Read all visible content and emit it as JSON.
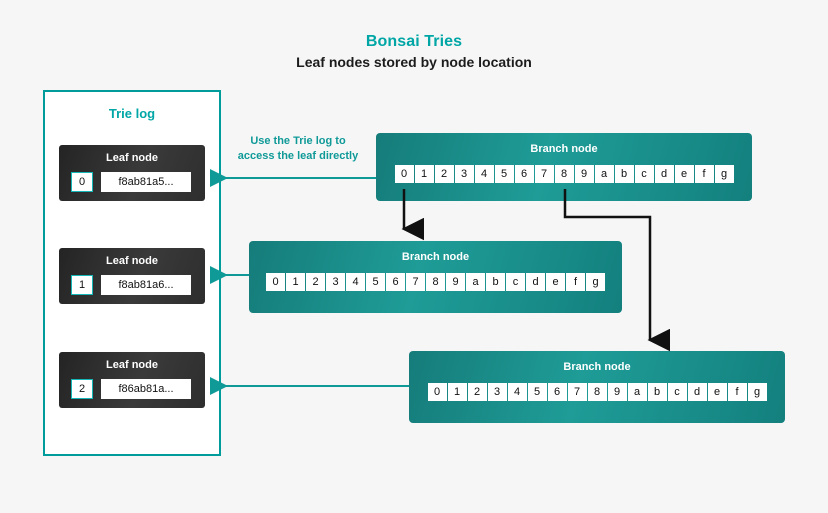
{
  "header": {
    "title": "Bonsai Tries",
    "subtitle": "Leaf nodes stored by node location",
    "title_color": "#00a6a6"
  },
  "trie_log": {
    "title": "Trie log",
    "border_color": "#009b9b",
    "leaves": [
      {
        "title": "Leaf node",
        "index": "0",
        "value": "f8ab81a5..."
      },
      {
        "title": "Leaf node",
        "index": "1",
        "value": "f8ab81a6..."
      },
      {
        "title": "Leaf node",
        "index": "2",
        "value": "f86ab81a..."
      }
    ]
  },
  "annotation": {
    "line1": "Use the Trie log to",
    "line2": "access the leaf directly",
    "color": "#0f9a98"
  },
  "branch_nodes": [
    {
      "title": "Branch node",
      "cells": [
        "0",
        "1",
        "2",
        "3",
        "4",
        "5",
        "6",
        "7",
        "8",
        "9",
        "a",
        "b",
        "c",
        "d",
        "e",
        "f",
        "g"
      ]
    },
    {
      "title": "Branch node",
      "cells": [
        "0",
        "1",
        "2",
        "3",
        "4",
        "5",
        "6",
        "7",
        "8",
        "9",
        "a",
        "b",
        "c",
        "d",
        "e",
        "f",
        "g"
      ]
    },
    {
      "title": "Branch node",
      "cells": [
        "0",
        "1",
        "2",
        "3",
        "4",
        "5",
        "6",
        "7",
        "8",
        "9",
        "a",
        "b",
        "c",
        "d",
        "e",
        "f",
        "g"
      ]
    }
  ],
  "colors": {
    "background": "#f6f6f6",
    "teal": "#0f9a98",
    "teal_bright": "#14b8b8",
    "branch_fill": "#17807d",
    "leaf_fill": "#303030",
    "arrow_black": "#111111"
  }
}
